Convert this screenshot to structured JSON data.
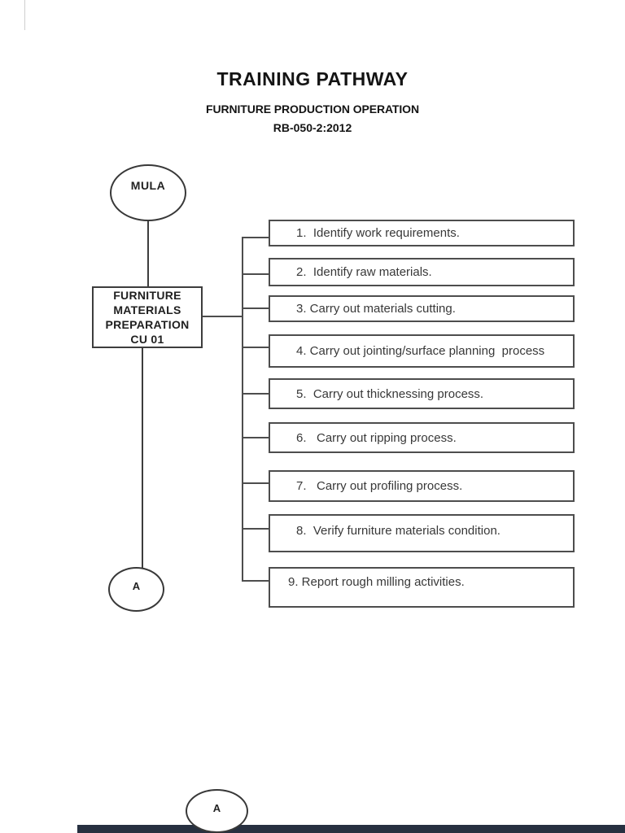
{
  "page": {
    "title": "TRAINING PATHWAY",
    "subtitle": "FURNITURE PRODUCTION OPERATION",
    "code": "RB-050-2:2012"
  },
  "flowchart": {
    "start": {
      "label": "MULA"
    },
    "unit": {
      "lines": [
        "FURNITURE",
        "MATERIALS",
        "PREPARATION",
        "CU 01"
      ]
    },
    "connector_mid": {
      "label": "A"
    },
    "connector_bottom": {
      "label": "A"
    },
    "tasks": [
      {
        "label": "1.  Identify work requirements."
      },
      {
        "label": "2.  Identify raw materials."
      },
      {
        "label": "3. Carry out materials cutting."
      },
      {
        "label": "4. Carry out jointing/surface planning  process"
      },
      {
        "label": "5.  Carry out thicknessing process."
      },
      {
        "label": "6.   Carry out ripping process."
      },
      {
        "label": "7.   Carry out profiling process."
      },
      {
        "label": "8.  Verify furniture materials condition."
      },
      {
        "label": "9. Report rough milling activities."
      }
    ]
  },
  "colors": {
    "line": "#3d3d3d",
    "box_border": "#4d4d4d",
    "text": "#383838",
    "heading": "#141414",
    "footer_bar": "#273040"
  }
}
